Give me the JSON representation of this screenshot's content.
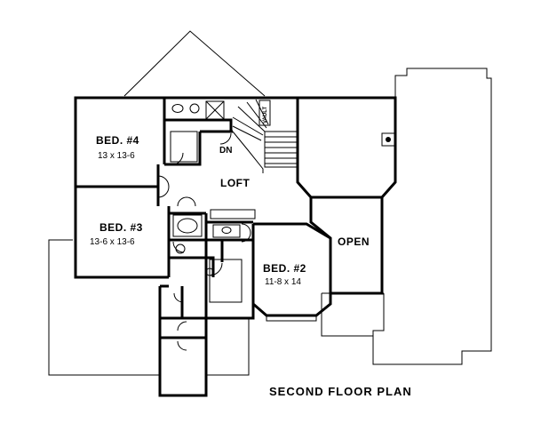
{
  "plan_title": "SECOND FLOOR PLAN",
  "rooms": {
    "bed4": {
      "name": "BED. #4",
      "size": "13 x 13-6"
    },
    "bed3": {
      "name": "BED. #3",
      "size": "13-6 x 13-6"
    },
    "bed2": {
      "name": "BED. #2",
      "size": "11-8 x 14"
    },
    "loft": {
      "name": "LOFT"
    },
    "open": {
      "name": "OPEN"
    }
  },
  "stair": {
    "down": "DN",
    "vault": "VAULT"
  }
}
